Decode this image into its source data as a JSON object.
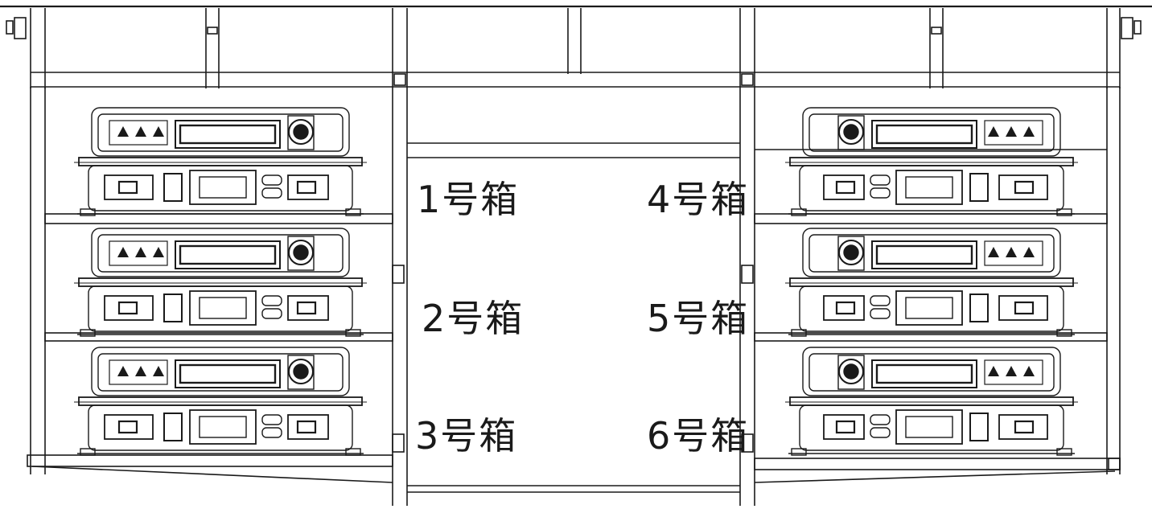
{
  "labels": {
    "box1": "1号箱",
    "box2": "2号箱",
    "box3": "3号箱",
    "box4": "4号箱",
    "box5": "5号箱",
    "box6": "6号箱"
  },
  "colors": {
    "line": "#1a1a1a",
    "paper": "#ffffff",
    "frame_tint": "#2a2a2a"
  },
  "battery_boxes": [
    {
      "id": 1,
      "side": "left",
      "row": 1
    },
    {
      "id": 2,
      "side": "left",
      "row": 2
    },
    {
      "id": 3,
      "side": "left",
      "row": 3
    },
    {
      "id": 4,
      "side": "right",
      "row": 1
    },
    {
      "id": 5,
      "side": "right",
      "row": 2
    },
    {
      "id": 6,
      "side": "right",
      "row": 3
    }
  ]
}
